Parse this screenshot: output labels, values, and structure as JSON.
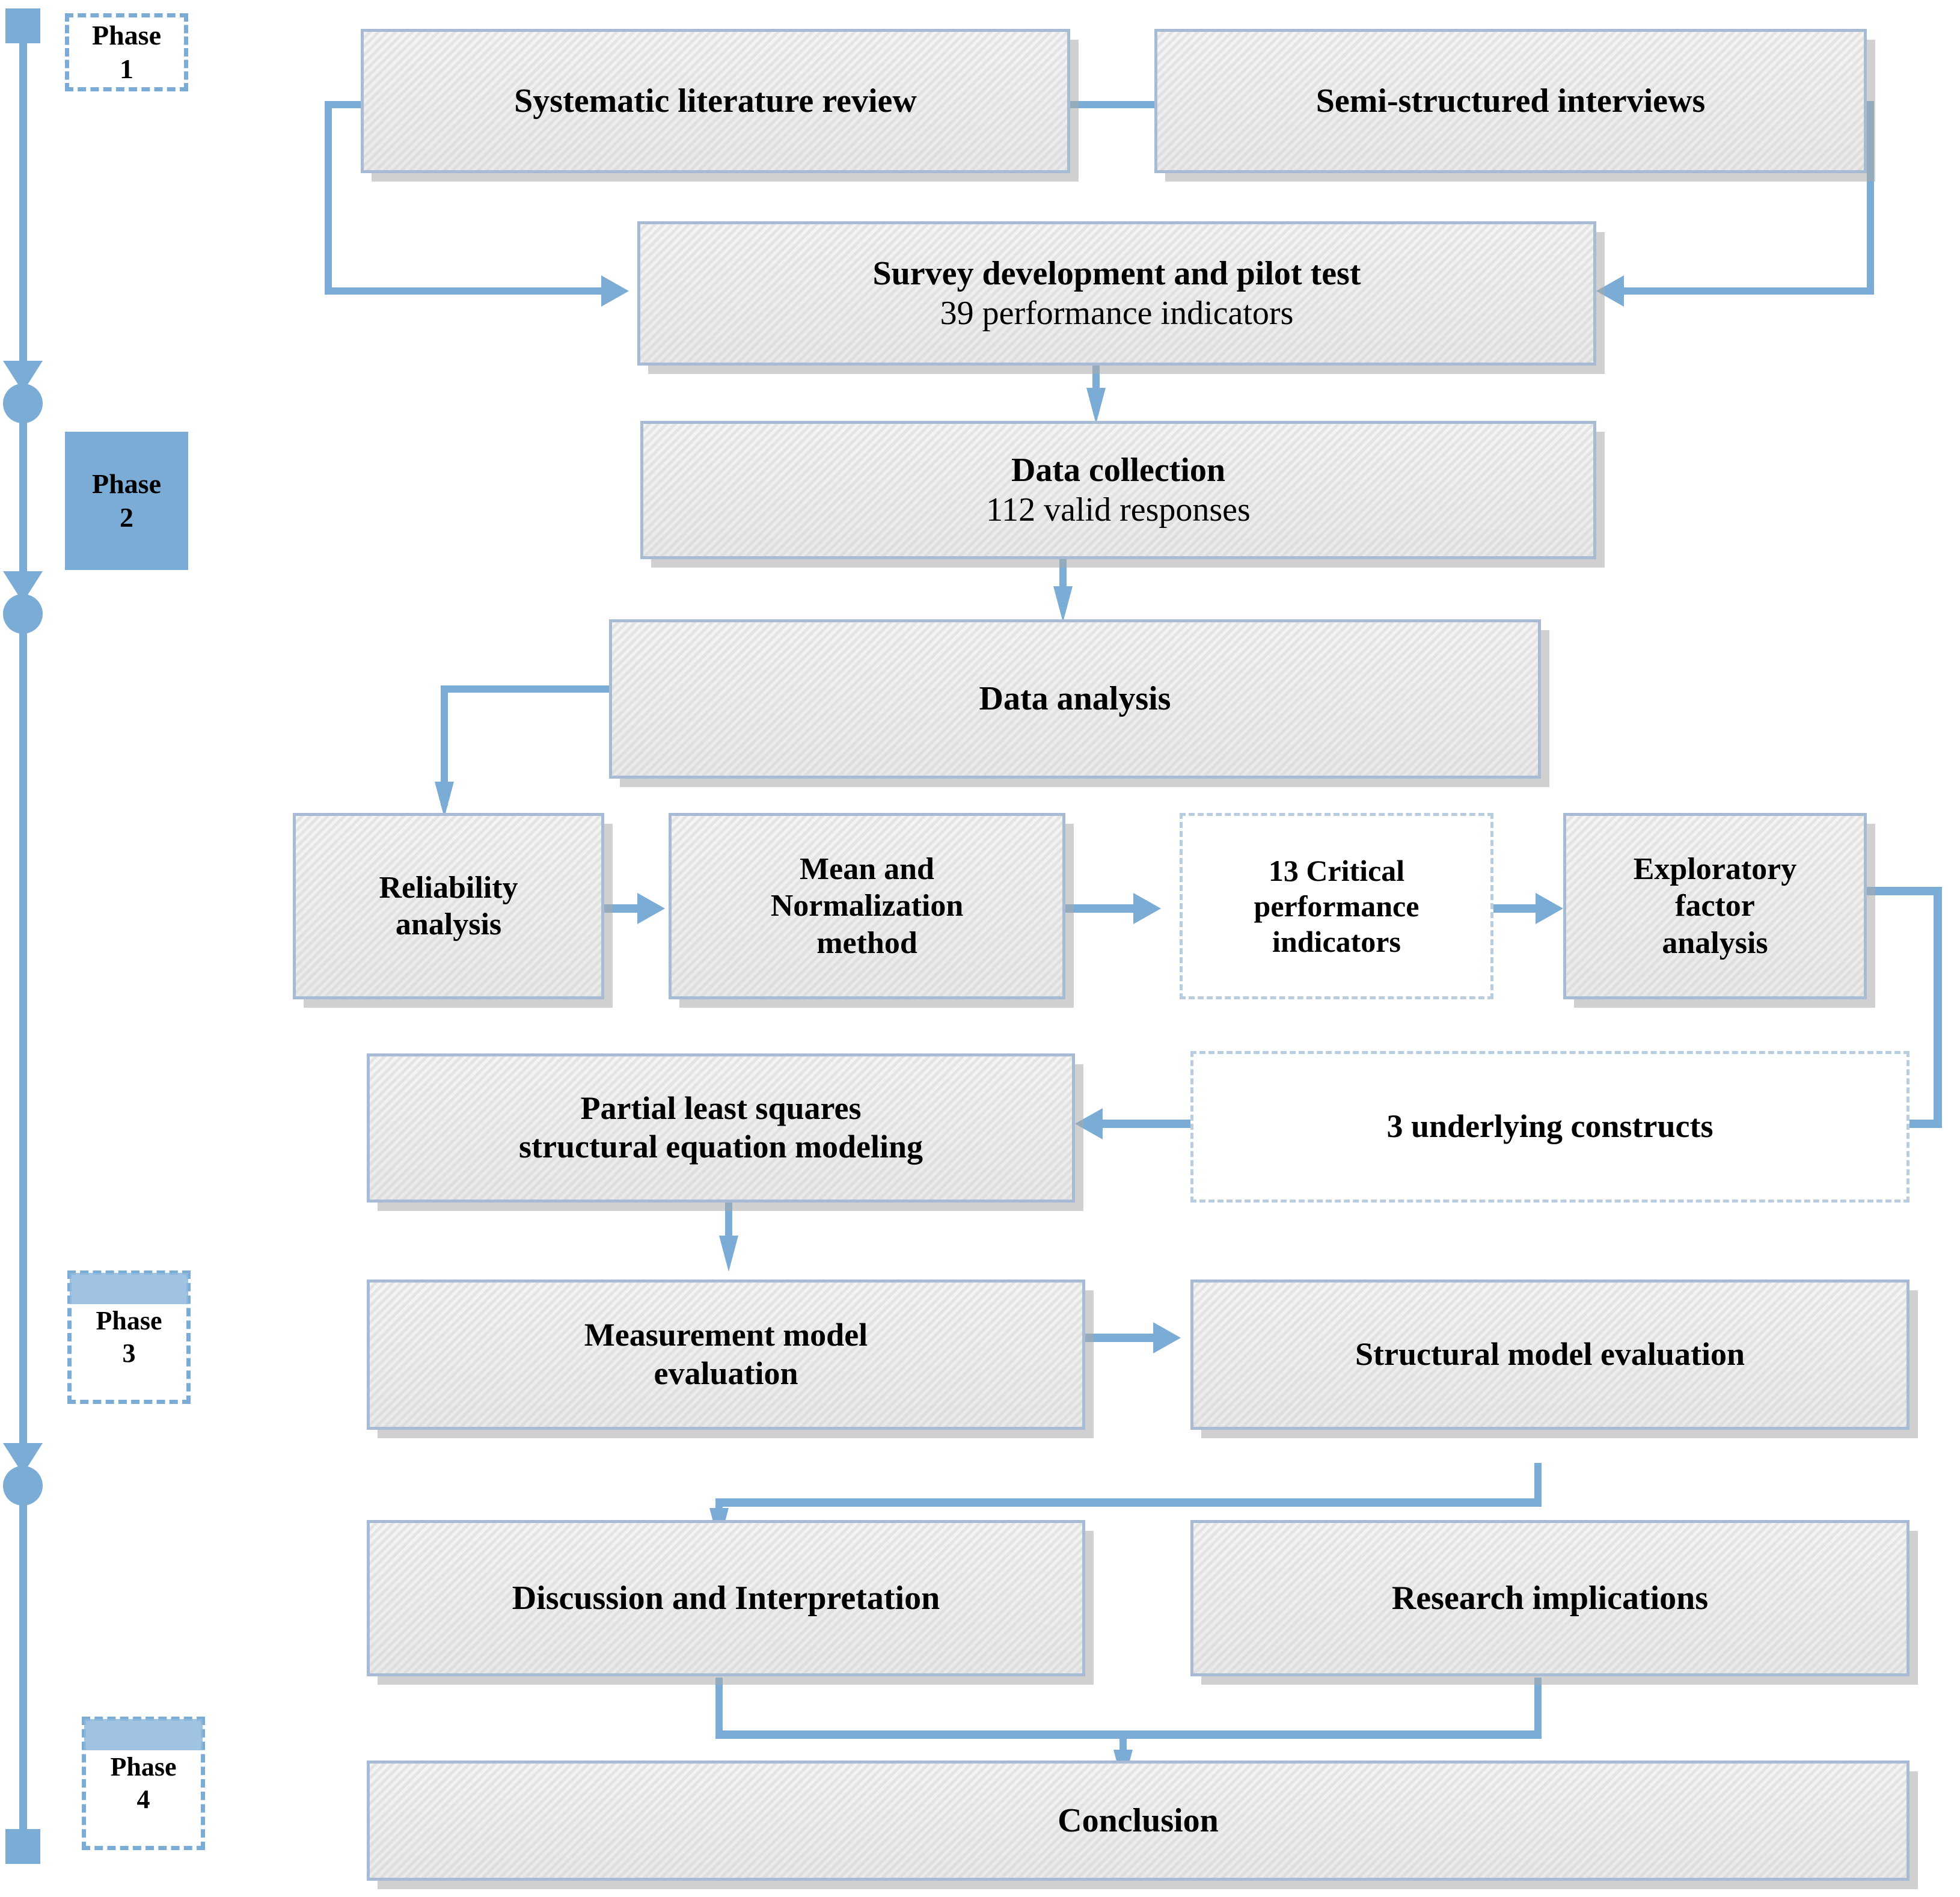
{
  "diagram": {
    "title": "Research methodology flowchart",
    "accent_color": "#7aacd6",
    "box_fill": "#efefef",
    "box_border": "#a7bcd4",
    "phase_fill_active": "#7aacd6"
  },
  "phases": [
    {
      "name": "Phase",
      "number": "1",
      "style": "dashed"
    },
    {
      "name": "Phase",
      "number": "2",
      "style": "filled"
    },
    {
      "name": "Phase",
      "number": "3",
      "style": "capped"
    },
    {
      "name": "Phase",
      "number": "4",
      "style": "capped"
    }
  ],
  "nodes": {
    "systematic_literature_review": {
      "line1": "Systematic literature review",
      "line2": ""
    },
    "semi_structured_interviews": {
      "line1": "Semi-structured interviews",
      "line2": ""
    },
    "survey_development": {
      "line1": "Survey development and pilot test",
      "line2": "39 performance indicators"
    },
    "data_collection": {
      "line1": "Data collection",
      "line2": "112 valid responses"
    },
    "data_analysis": {
      "line1": "Data analysis",
      "line2": ""
    },
    "reliability_analysis": {
      "line1": "Reliability",
      "line2": "analysis"
    },
    "mean_normalization": {
      "line1": "Mean and",
      "line2": "Normalization",
      "line3": "method"
    },
    "critical_indicators": {
      "line1": "13 Critical",
      "line2": "performance",
      "line3": "indicators"
    },
    "exploratory_factor_analysis": {
      "line1": "Exploratory",
      "line2": "factor",
      "line3": "analysis"
    },
    "underlying_constructs": {
      "line1": "3 underlying constructs",
      "line2": ""
    },
    "pls_sem": {
      "line1": "Partial least squares",
      "line2": "structural equation modeling"
    },
    "measurement_model": {
      "line1": "Measurement model",
      "line2": "evaluation"
    },
    "structural_model": {
      "line1": "Structural model evaluation",
      "line2": ""
    },
    "discussion": {
      "line1": "Discussion and Interpretation",
      "line2": ""
    },
    "research_implications": {
      "line1": "Research implications",
      "line2": ""
    },
    "conclusion": {
      "line1": "Conclusion",
      "line2": ""
    }
  },
  "edges": [
    {
      "from": "systematic_literature_review",
      "to": "survey_development",
      "kind": "elbow-left"
    },
    {
      "from": "semi_structured_interviews",
      "to": "survey_development",
      "kind": "elbow-right"
    },
    {
      "from": "systematic_literature_review",
      "to": "semi_structured_interviews",
      "kind": "link"
    },
    {
      "from": "survey_development",
      "to": "data_collection",
      "kind": "down"
    },
    {
      "from": "data_collection",
      "to": "data_analysis",
      "kind": "down"
    },
    {
      "from": "data_analysis",
      "to": "reliability_analysis",
      "kind": "elbow-down-left"
    },
    {
      "from": "reliability_analysis",
      "to": "mean_normalization",
      "kind": "right"
    },
    {
      "from": "mean_normalization",
      "to": "critical_indicators",
      "kind": "right"
    },
    {
      "from": "critical_indicators",
      "to": "exploratory_factor_analysis",
      "kind": "right"
    },
    {
      "from": "exploratory_factor_analysis",
      "to": "underlying_constructs",
      "kind": "elbow-right-down"
    },
    {
      "from": "underlying_constructs",
      "to": "pls_sem",
      "kind": "left"
    },
    {
      "from": "pls_sem",
      "to": "measurement_model",
      "kind": "down"
    },
    {
      "from": "measurement_model",
      "to": "structural_model",
      "kind": "right"
    },
    {
      "from": "structural_model",
      "to": "discussion",
      "kind": "elbow-down-left"
    },
    {
      "from": "discussion",
      "to": "conclusion",
      "kind": "merge-down"
    },
    {
      "from": "research_implications",
      "to": "conclusion",
      "kind": "merge-down"
    }
  ]
}
